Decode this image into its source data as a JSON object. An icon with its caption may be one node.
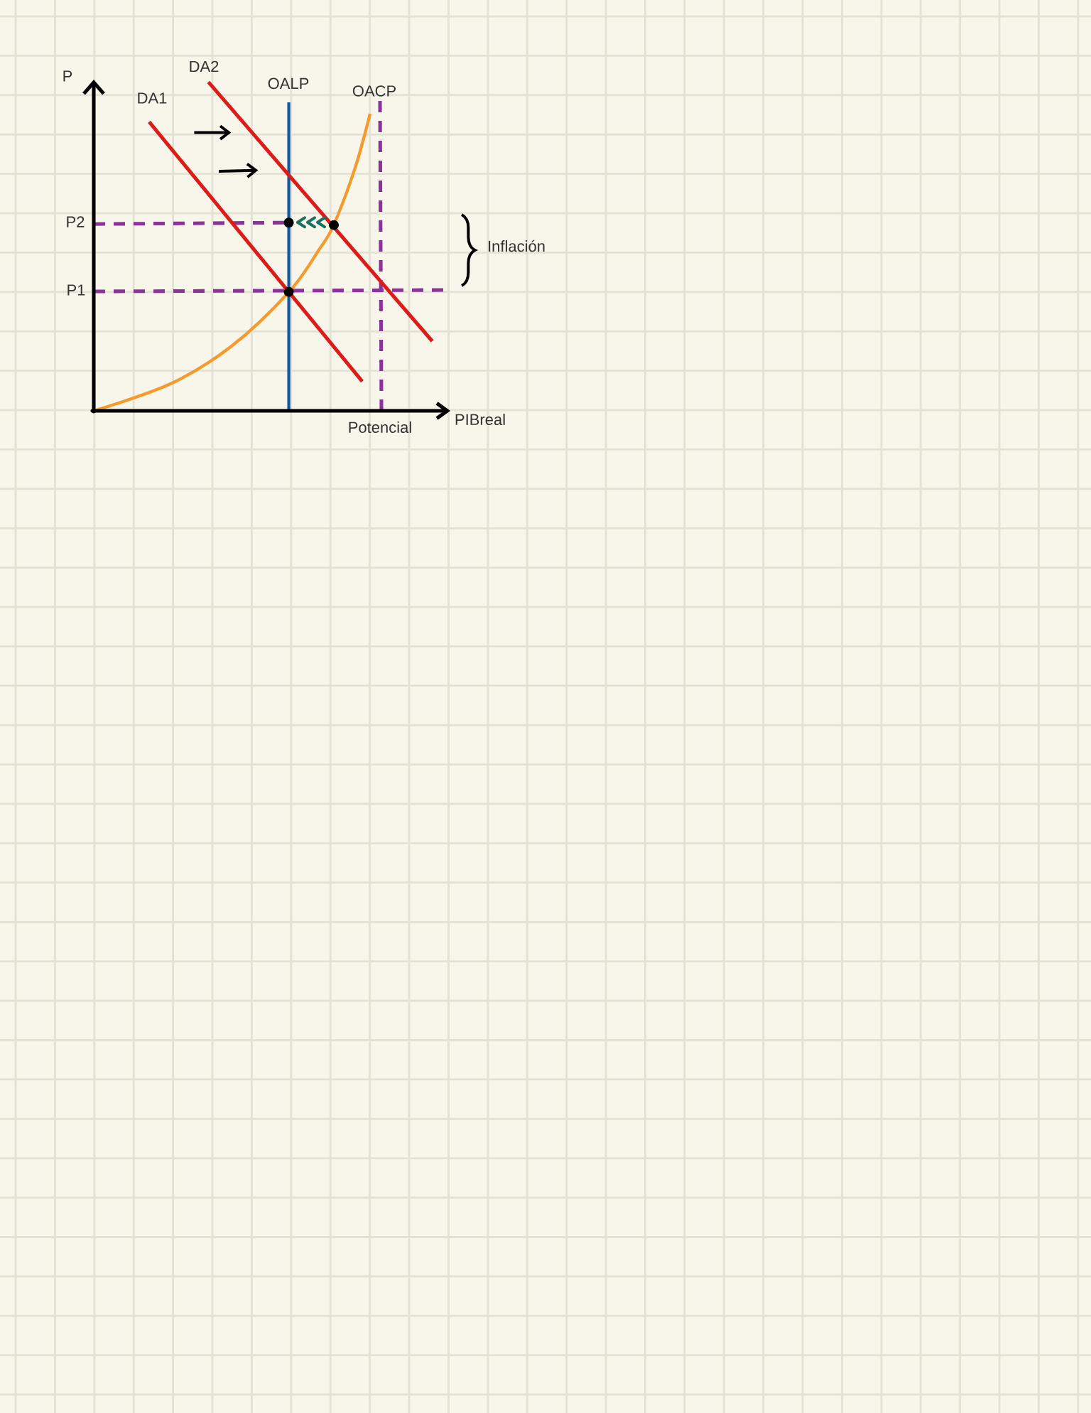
{
  "diagram": {
    "labels": [
      "P",
      "DA2",
      "DA1",
      "OALP",
      "OACP",
      "P2",
      "Inflación",
      "P1",
      "Potencial",
      "PIBreal"
    ]
  }
}
